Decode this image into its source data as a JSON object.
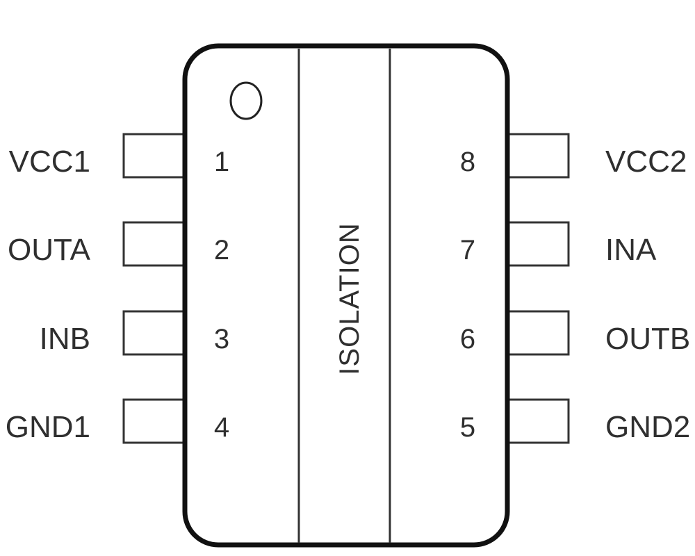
{
  "isolation_label": "ISOLATION",
  "left_pins": [
    {
      "name": "VCC1",
      "number": "1"
    },
    {
      "name": "OUTA",
      "number": "2"
    },
    {
      "name": "INB",
      "number": "3"
    },
    {
      "name": "GND1",
      "number": "4"
    }
  ],
  "right_pins": [
    {
      "name": "VCC2",
      "number": "8"
    },
    {
      "name": "INA",
      "number": "7"
    },
    {
      "name": "OUTB",
      "number": "6"
    },
    {
      "name": "GND2",
      "number": "5"
    }
  ]
}
